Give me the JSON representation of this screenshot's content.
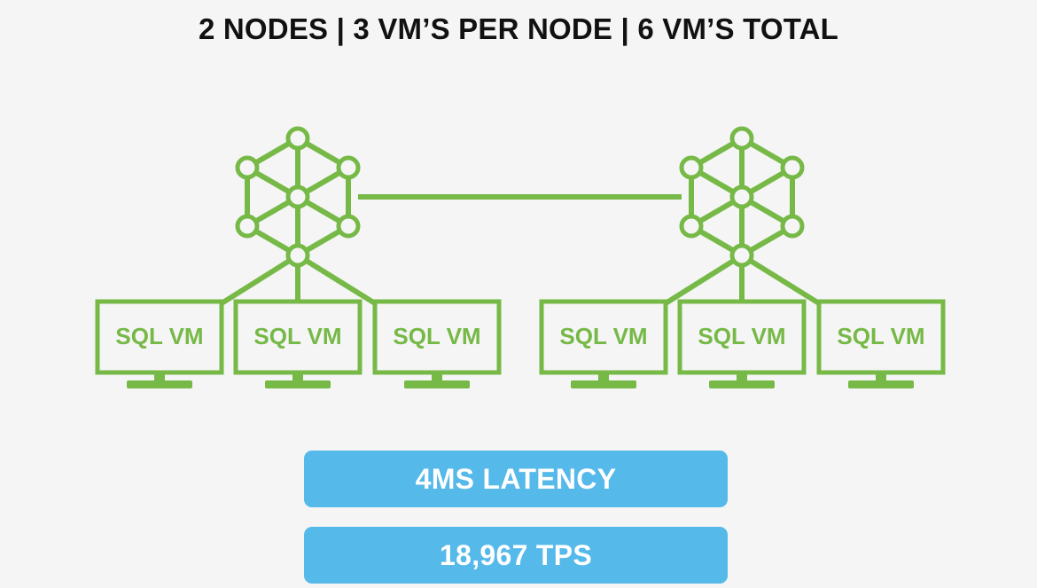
{
  "header": {
    "title": "2 NODES  |  3 VM’S PER NODE | 6 VM’S TOTAL"
  },
  "colors": {
    "accent_green": "#76b947",
    "metric_blue": "#55b9ea",
    "background": "#f5f5f5"
  },
  "nodes": [
    {
      "icon": "cluster-node-icon",
      "vms": [
        "SQL VM",
        "SQL VM",
        "SQL VM"
      ]
    },
    {
      "icon": "cluster-node-icon",
      "vms": [
        "SQL VM",
        "SQL VM",
        "SQL VM"
      ]
    }
  ],
  "metrics": {
    "latency": "4MS LATENCY",
    "tps": "18,967 TPS"
  }
}
